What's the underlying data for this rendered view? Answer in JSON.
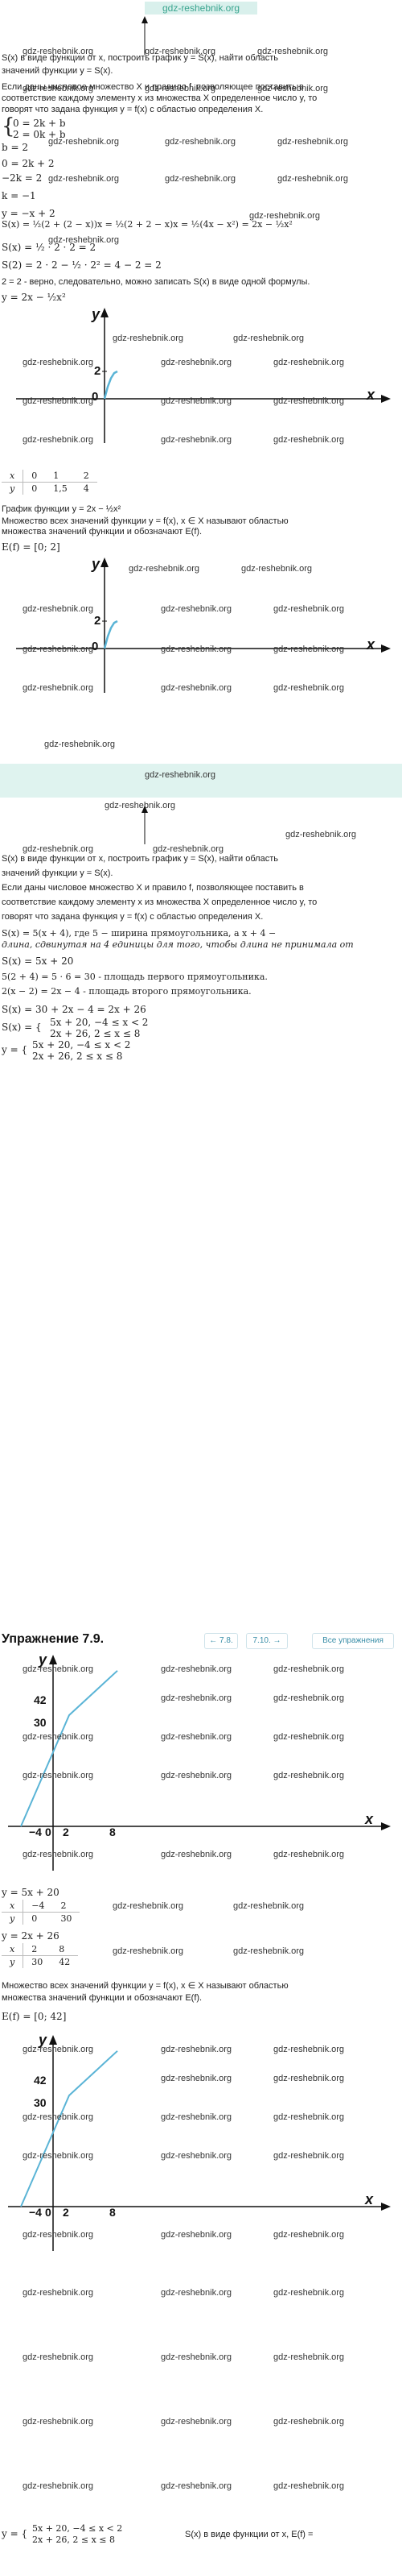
{
  "site_logo": "gdz-reshebnik.org",
  "watermark": "gdz-reshebnik.org",
  "part1": {
    "intro": "S(x) в виде функции от x, построить график y = S(x), найти область",
    "intro2": "значений функции y = S(x).",
    "def1": "Если даны числовое множество X и правило f, позволяющее поставить в",
    "def2": "соответствие каждому элементу x из множества X определенное число y, то",
    "def3": "говорят что задана функция y = f(x) с областью определения X.",
    "sys1": "0 = 2k + b",
    "sys2": "2 = 0k + b",
    "l_b": "b = 2",
    "l_eq1": "0 = 2k + 2",
    "l_eq2": "−2k = 2",
    "l_k": "k = −1",
    "l_line": "y = −x + 2",
    "l_S1": "S(x) = ½(2 + (2 − x))x = ½(2 + 2 − x)x = ½(4x − x²) = 2x − ½x²",
    "l_S2": "S(x) = ½ · 2 · 2 = 2",
    "l_S3": "S(2) = 2 · 2 − ½ · 2² = 4 − 2 = 2",
    "l_note": "2 = 2 - верно, следовательно, можно записать S(x) в виде одной формулы.",
    "l_final": "y = 2x − ½x²",
    "graph_note": "График функции y = 2x − ½x²",
    "range_def": "Множество всех значений функции y = f(x), x ∈ X называют областью",
    "range_def2": "множества значений функции и обозначают E(f).",
    "answer": "E(f) = [0; 2]",
    "table": {
      "xh": "x",
      "x": [
        "0",
        "1",
        "2"
      ],
      "yh": "y",
      "y": [
        "0",
        "1,5",
        "4"
      ]
    }
  },
  "part2": {
    "intro": "S(x) в виде функции от x, построить график y = S(x), найти область",
    "intro2": "значений функции y = S(x).",
    "def1": "Если даны числовое множество X и правило f, позволяющее поставить в",
    "def2": "соответствие каждому элементу x из множества X определенное число y, то",
    "def3": "говорят что задана функция y = f(x) с областью определения X.",
    "s1": "S(x) = 5(x + 4), где 5 − ширина прямоугольника, а x + 4 −",
    "s1b": "длина, сдвинутая на 4 единицы для того, чтобы длина не принимала от",
    "s2": "S(x) = 5x + 20",
    "s3": "5(2 + 4) = 5 · 6 = 30 - площадь первого прямоугольника.",
    "s4": "2(x − 2) = 2x − 4 - площадь второго прямоугольника.",
    "s5": "S(x) = 30 + 2x − 4 = 2x + 26",
    "p1a": "5x + 20, −4 ≤ x < 2",
    "p1b": "2x + 26, 2 ≤ x ≤ 8",
    "p2a": "5x + 20, −4 ≤ x < 2",
    "p2b": "2x + 26, 2 ≤ x ≤ 8",
    "heading": "Упражнение 7.9.",
    "nav_prev": "← 7.8.",
    "nav_num": "7.10. →",
    "nav_all": "Все упражнения",
    "t1_eq": "y = 5x + 20",
    "t1": {
      "xh": "x",
      "x": [
        "−4",
        "2"
      ],
      "yh": "y",
      "y": [
        "0",
        "30"
      ]
    },
    "t2_eq": "y = 2x + 26",
    "t2": {
      "xh": "x",
      "x": [
        "2",
        "8"
      ],
      "yh": "y",
      "y": [
        "30",
        "42"
      ]
    },
    "range_def": "Множество всех значений функции y = f(x), x ∈ X называют областью",
    "range_def2": "множества значений функции и обозначают E(f).",
    "answer": "E(f) = [0; 42]",
    "bottom": "S(x) в виде функции от x, E(f) ="
  },
  "graph1": {
    "ylabel": "y",
    "xlabel": "x",
    "origin": "0",
    "ytick": "2",
    "x": [
      0,
      0.5,
      1,
      1.5,
      2
    ],
    "y": [
      0,
      0.875,
      1.5,
      1.875,
      2
    ]
  },
  "graph2": {
    "ylabel": "y",
    "xlabel": "x",
    "origin": "0",
    "ytick": "2",
    "x": [
      0,
      0.5,
      1,
      1.5,
      2
    ],
    "y": [
      0,
      0.875,
      1.5,
      1.875,
      2
    ]
  },
  "graph3": {
    "ylabel": "y",
    "xlabel": "x",
    "xt": [
      "−4",
      "0",
      "2",
      "8"
    ],
    "yt": [
      "42",
      "30"
    ],
    "x": [
      -4,
      2,
      8
    ],
    "y": [
      0,
      30,
      42
    ]
  },
  "graph4": {
    "ylabel": "y",
    "xlabel": "x",
    "xt": [
      "−4",
      "0",
      "2",
      "8"
    ],
    "yt": [
      "42",
      "30"
    ],
    "x": [
      -4,
      2,
      8
    ],
    "y": [
      0,
      30,
      42
    ]
  },
  "colors": {
    "curve": "#5ab4d6",
    "band": "#dff3ef",
    "nav": "#3a8ea8"
  }
}
